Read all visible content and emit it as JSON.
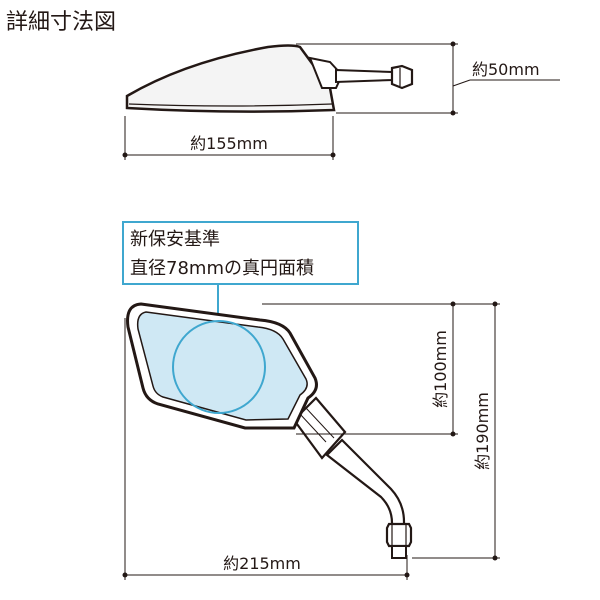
{
  "title": "詳細寸法図",
  "dimensions": {
    "height": "約50mm",
    "width_top": "約155mm",
    "width_bottom": "約215mm",
    "height_mirror": "約100mm",
    "height_total": "約190mm"
  },
  "callout": {
    "line1": "新保安基準",
    "line2": "直径78mmの真円面積"
  },
  "colors": {
    "mirror_fill": "#cfe8f4",
    "callout_border": "#3fa7cf",
    "outline": "#231815"
  }
}
